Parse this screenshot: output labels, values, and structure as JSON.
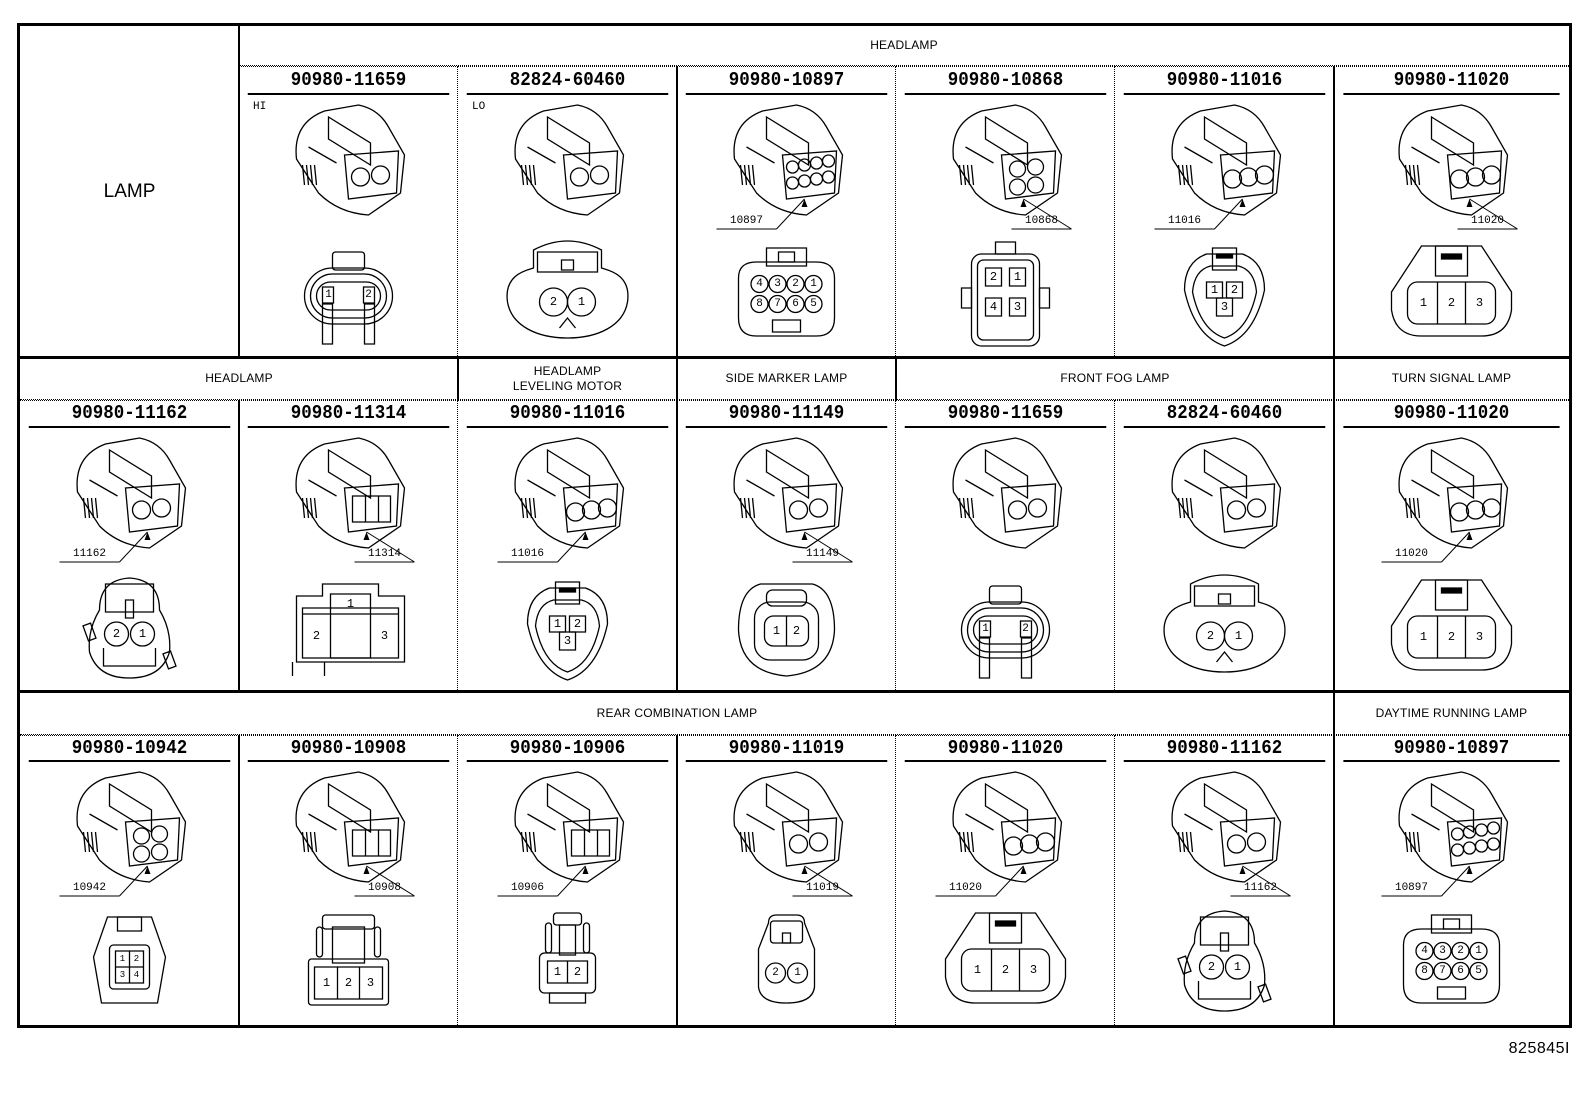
{
  "title_cell": {
    "label": "LAMP"
  },
  "rows": [
    {
      "bands": [
        {
          "label": "HEADLAMP",
          "span": [
            1,
            6
          ]
        }
      ],
      "parts": [
        {
          "part_number": "90980-11659",
          "tag": "HI",
          "callout": "",
          "terminals": [
            "1",
            "2"
          ],
          "face": "oval2"
        },
        {
          "part_number": "82824-60460",
          "tag": "LO",
          "callout": "",
          "terminals": [
            "2",
            "1"
          ],
          "face": "round2"
        },
        {
          "part_number": "90980-10897",
          "tag": "",
          "callout": "10897",
          "terminals": [
            "4",
            "3",
            "2",
            "1",
            "8",
            "7",
            "6",
            "5"
          ],
          "face": "eight"
        },
        {
          "part_number": "90980-10868",
          "tag": "",
          "callout": "10868",
          "terminals": [
            "2",
            "1",
            "4",
            "3"
          ],
          "face": "square4"
        },
        {
          "part_number": "90980-11016",
          "tag": "",
          "callout": "11016",
          "terminals": [
            "1",
            "2",
            "3"
          ],
          "face": "tri3"
        },
        {
          "part_number": "90980-11020",
          "tag": "",
          "callout": "11020",
          "terminals": [
            "1",
            "2",
            "3"
          ],
          "face": "wide3"
        }
      ]
    },
    {
      "bands": [
        {
          "label": "HEADLAMP",
          "span": [
            0,
            1
          ]
        },
        {
          "label": "HEADLAMP\nLEVELING MOTOR",
          "span": [
            2,
            2
          ]
        },
        {
          "label": "SIDE MARKER LAMP",
          "span": [
            3,
            3
          ]
        },
        {
          "label": "FRONT FOG LAMP",
          "span": [
            4,
            5
          ]
        },
        {
          "label": "TURN SIGNAL LAMP",
          "span": [
            6,
            6
          ]
        }
      ],
      "parts": [
        {
          "part_number": "90980-11162",
          "tag": "",
          "callout": "11162",
          "terminals": [
            "2",
            "1"
          ],
          "face": "lock2"
        },
        {
          "part_number": "90980-11314",
          "tag": "",
          "callout": "11314",
          "terminals": [
            "1",
            "2",
            "3"
          ],
          "face": "cross3"
        },
        {
          "part_number": "90980-11016",
          "tag": "",
          "callout": "11016",
          "terminals": [
            "1",
            "2",
            "3"
          ],
          "face": "tri3"
        },
        {
          "part_number": "90980-11149",
          "tag": "",
          "callout": "11149",
          "terminals": [
            "1",
            "2"
          ],
          "face": "rect2"
        },
        {
          "part_number": "90980-11659",
          "tag": "",
          "callout": "",
          "terminals": [
            "1",
            "2"
          ],
          "face": "oval2"
        },
        {
          "part_number": "82824-60460",
          "tag": "",
          "callout": "",
          "terminals": [
            "2",
            "1"
          ],
          "face": "round2"
        },
        {
          "part_number": "90980-11020",
          "tag": "",
          "callout": "11020",
          "terminals": [
            "1",
            "2",
            "3"
          ],
          "face": "wide3"
        }
      ]
    },
    {
      "bands": [
        {
          "label": "REAR COMBINATION LAMP",
          "span": [
            0,
            5
          ]
        },
        {
          "label": "DAYTIME RUNNING LAMP",
          "span": [
            6,
            6
          ]
        }
      ],
      "parts": [
        {
          "part_number": "90980-10942",
          "tag": "",
          "callout": "10942",
          "terminals": [
            "1",
            "2",
            "3",
            "4"
          ],
          "face": "small4"
        },
        {
          "part_number": "90980-10908",
          "tag": "",
          "callout": "10908",
          "terminals": [
            "1",
            "2",
            "3"
          ],
          "face": "row3"
        },
        {
          "part_number": "90980-10906",
          "tag": "",
          "callout": "10906",
          "terminals": [
            "1",
            "2"
          ],
          "face": "row2"
        },
        {
          "part_number": "90980-11019",
          "tag": "",
          "callout": "11019",
          "terminals": [
            "2",
            "1"
          ],
          "face": "small2"
        },
        {
          "part_number": "90980-11020",
          "tag": "",
          "callout": "11020",
          "terminals": [
            "1",
            "2",
            "3"
          ],
          "face": "wide3"
        },
        {
          "part_number": "90980-11162",
          "tag": "",
          "callout": "11162",
          "terminals": [
            "2",
            "1"
          ],
          "face": "lock2"
        },
        {
          "part_number": "90980-10897",
          "tag": "",
          "callout": "10897",
          "terminals": [
            "4",
            "3",
            "2",
            "1",
            "8",
            "7",
            "6",
            "5"
          ],
          "face": "eight"
        }
      ]
    }
  ],
  "footer": {
    "figure_id": "825845I"
  }
}
